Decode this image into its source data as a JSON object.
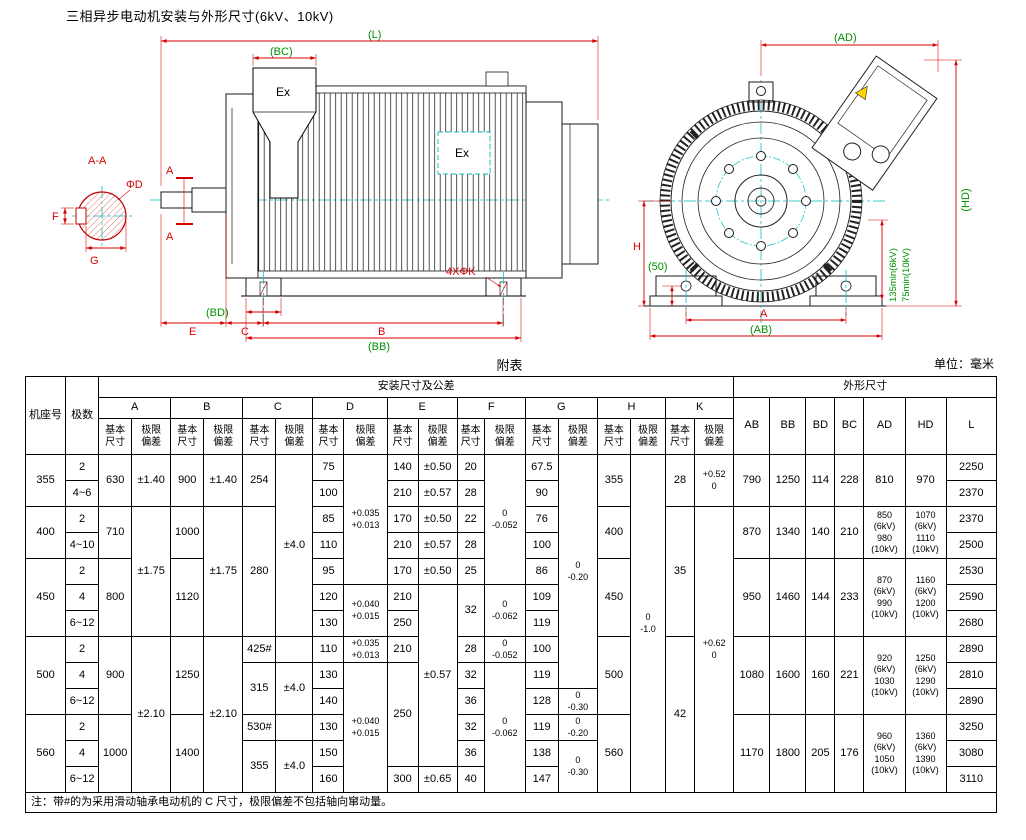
{
  "page": {
    "title": "三相异步电动机安装与外形尺寸(6kV、10kV)",
    "table_caption": "附表",
    "unit_label": "单位：毫米",
    "note": "注：带#的为采用滑动轴承电动机的 C 尺寸，极限偏差不包括轴向窜动量。"
  },
  "colors": {
    "dimension_red": "#d80000",
    "reference_green": "#009100",
    "centerline_cyan": "#00bcbc",
    "warning_yellow": "#ffd800"
  },
  "drawings": {
    "section_view": {
      "title": "A-A",
      "phi_d": "ΦD",
      "f": "F",
      "g": "G"
    },
    "side_view": {
      "L": "(L)",
      "BC": "(BC)",
      "BD": "(BD)",
      "BB": "(BB)",
      "B": "B",
      "C": "C",
      "E": "E",
      "K": "4XΦK",
      "A1": "A",
      "A2": "A",
      "ex_main": "Ex",
      "ex_aux": "Ex"
    },
    "front_view": {
      "AD": "(AD)",
      "HD": "(HD)",
      "H": "H",
      "n50": "(50)",
      "A": "A",
      "AB": "(AB)",
      "min6": "135min(6kV)",
      "min10": "75min(10kV)"
    }
  },
  "table": {
    "header": [
      [
        {
          "t": "机座号",
          "rs": 3
        },
        {
          "t": "极数",
          "rs": 3
        },
        {
          "t": "安装尺寸及公差",
          "cs": 18
        },
        {
          "t": "外形尺寸",
          "cs": 7
        }
      ],
      [
        {
          "t": "A",
          "cs": 2
        },
        {
          "t": "B",
          "cs": 2
        },
        {
          "t": "C",
          "cs": 2
        },
        {
          "t": "D",
          "cs": 2
        },
        {
          "t": "E",
          "cs": 2
        },
        {
          "t": "F",
          "cs": 2
        },
        {
          "t": "G",
          "cs": 2
        },
        {
          "t": "H",
          "cs": 2
        },
        {
          "t": "K",
          "cs": 2
        },
        {
          "t": "AB",
          "rs": 2
        },
        {
          "t": "BB",
          "rs": 2
        },
        {
          "t": "BD",
          "rs": 2
        },
        {
          "t": "BC",
          "rs": 2
        },
        {
          "t": "AD",
          "rs": 2
        },
        {
          "t": "HD",
          "rs": 2
        },
        {
          "t": "L",
          "rs": 2
        }
      ],
      [
        {
          "t": "基本\n尺寸"
        },
        {
          "t": "极限\n偏差"
        },
        {
          "t": "基本\n尺寸"
        },
        {
          "t": "极限\n偏差"
        },
        {
          "t": "基本\n尺寸"
        },
        {
          "t": "极限\n偏差"
        },
        {
          "t": "基本\n尺寸"
        },
        {
          "t": "极限\n偏差"
        },
        {
          "t": "基本\n尺寸"
        },
        {
          "t": "极限\n偏差"
        },
        {
          "t": "基本\n尺寸"
        },
        {
          "t": "极限\n偏差"
        },
        {
          "t": "基本\n尺寸"
        },
        {
          "t": "极限\n偏差"
        },
        {
          "t": "基本\n尺寸"
        },
        {
          "t": "极限\n偏差"
        },
        {
          "t": "基本\n尺寸"
        },
        {
          "t": "极限\n偏差"
        }
      ]
    ],
    "rows": [
      [
        {
          "t": "355",
          "rs": 2
        },
        {
          "t": "2"
        },
        {
          "t": "630",
          "rs": 2
        },
        {
          "t": "±1.40",
          "rs": 2
        },
        {
          "t": "900",
          "rs": 2
        },
        {
          "t": "±1.40",
          "rs": 2
        },
        {
          "t": "254",
          "rs": 2
        },
        {
          "t": "±4.0",
          "rs": 7
        },
        {
          "t": "75"
        },
        {
          "t": "+0.035\n+0.013",
          "rs": 5,
          "sm": 1
        },
        {
          "t": "140"
        },
        {
          "t": "±0.50"
        },
        {
          "t": "20"
        },
        {
          "t": "0\n-0.052",
          "rs": 5,
          "sm": 1
        },
        {
          "t": "67.5"
        },
        {
          "t": "0\n-0.20",
          "rs": 9,
          "sm": 1
        },
        {
          "t": "355",
          "rs": 2
        },
        {
          "t": "0\n-1.0",
          "rs": 13,
          "sm": 1
        },
        {
          "t": "28",
          "rs": 2
        },
        {
          "t": "+0.52\n0",
          "rs": 2,
          "sm": 1
        },
        {
          "t": "790",
          "rs": 2
        },
        {
          "t": "1250",
          "rs": 2
        },
        {
          "t": "114",
          "rs": 2
        },
        {
          "t": "228",
          "rs": 2
        },
        {
          "t": "810",
          "rs": 2
        },
        {
          "t": "970",
          "rs": 2
        },
        {
          "t": "2250"
        }
      ],
      [
        {
          "t": "4~6"
        },
        {
          "t": "100"
        },
        {
          "t": "210"
        },
        {
          "t": "±0.57"
        },
        {
          "t": "28"
        },
        {
          "t": "90"
        },
        {
          "t": "2370"
        }
      ],
      [
        {
          "t": "400",
          "rs": 2
        },
        {
          "t": "2"
        },
        {
          "t": "710",
          "rs": 2
        },
        {
          "t": "±1.75",
          "rs": 5
        },
        {
          "t": "1000",
          "rs": 2
        },
        {
          "t": "±1.75",
          "rs": 5
        },
        {
          "t": "280",
          "rs": 5
        },
        {
          "t": "85"
        },
        {
          "t": "170"
        },
        {
          "t": "±0.50"
        },
        {
          "t": "22"
        },
        {
          "t": "76"
        },
        {
          "t": "400",
          "rs": 2
        },
        {
          "t": "35",
          "rs": 5
        },
        {
          "t": "+0.62\n0",
          "rs": 11,
          "sm": 1
        },
        {
          "t": "870",
          "rs": 2
        },
        {
          "t": "1340",
          "rs": 2
        },
        {
          "t": "140",
          "rs": 2
        },
        {
          "t": "210",
          "rs": 2
        },
        {
          "t": "850\n(6kV)\n980\n(10kV)",
          "rs": 2,
          "sm": 1
        },
        {
          "t": "1070\n(6kV)\n1110\n(10kV)",
          "rs": 2,
          "sm": 1
        },
        {
          "t": "2370"
        }
      ],
      [
        {
          "t": "4~10"
        },
        {
          "t": "110"
        },
        {
          "t": "210"
        },
        {
          "t": "±0.57"
        },
        {
          "t": "28"
        },
        {
          "t": "100"
        },
        {
          "t": "2500"
        }
      ],
      [
        {
          "t": "450",
          "rs": 3
        },
        {
          "t": "2"
        },
        {
          "t": "800",
          "rs": 3
        },
        {
          "t": "1120",
          "rs": 3
        },
        {
          "t": "95"
        },
        {
          "t": "170"
        },
        {
          "t": "±0.50"
        },
        {
          "t": "25"
        },
        {
          "t": "86"
        },
        {
          "t": "450",
          "rs": 3
        },
        {
          "t": "950",
          "rs": 3
        },
        {
          "t": "1460",
          "rs": 3
        },
        {
          "t": "144",
          "rs": 3
        },
        {
          "t": "233",
          "rs": 3
        },
        {
          "t": "870\n(6kV)\n990\n(10kV)",
          "rs": 3,
          "sm": 1
        },
        {
          "t": "1160\n(6kV)\n1200\n(10kV)",
          "rs": 3,
          "sm": 1
        },
        {
          "t": "2530"
        }
      ],
      [
        {
          "t": "4"
        },
        {
          "t": "120"
        },
        {
          "t": "+0.040\n+0.015",
          "rs": 2,
          "sm": 1
        },
        {
          "t": "210"
        },
        {
          "t": "±0.57",
          "rs": 7
        },
        {
          "t": "32",
          "rs": 2
        },
        {
          "t": "0\n-0.062",
          "rs": 2,
          "sm": 1
        },
        {
          "t": "109"
        },
        {
          "t": "2590"
        }
      ],
      [
        {
          "t": "6~12"
        },
        {
          "t": "130"
        },
        {
          "t": "250"
        },
        {
          "t": "119"
        },
        {
          "t": "2680"
        }
      ],
      [
        {
          "t": "500",
          "rs": 3
        },
        {
          "t": "2"
        },
        {
          "t": "900",
          "rs": 3
        },
        {
          "t": "±2.10",
          "rs": 6
        },
        {
          "t": "1250",
          "rs": 3
        },
        {
          "t": "±2.10",
          "rs": 6
        },
        {
          "t": "425#"
        },
        {
          "t": ""
        },
        {
          "t": "110"
        },
        {
          "t": "+0.035\n+0.013",
          "sm": 1
        },
        {
          "t": "210"
        },
        {
          "t": "28"
        },
        {
          "t": "0\n-0.052",
          "sm": 1
        },
        {
          "t": "100"
        },
        {
          "t": "500",
          "rs": 3
        },
        {
          "t": "42",
          "rs": 6
        },
        {
          "t": "1080",
          "rs": 3
        },
        {
          "t": "1600",
          "rs": 3
        },
        {
          "t": "160",
          "rs": 3
        },
        {
          "t": "221",
          "rs": 3
        },
        {
          "t": "920\n(6kV)\n1030\n(10kV)",
          "rs": 3,
          "sm": 1
        },
        {
          "t": "1250\n(6kV)\n1290\n(10kV)",
          "rs": 3,
          "sm": 1
        },
        {
          "t": "2890"
        }
      ],
      [
        {
          "t": "4"
        },
        {
          "t": "315",
          "rs": 2
        },
        {
          "t": "±4.0",
          "rs": 2
        },
        {
          "t": "130"
        },
        {
          "t": "+0.040\n+0.015",
          "rs": 5,
          "sm": 1
        },
        {
          "t": "250",
          "rs": 4
        },
        {
          "t": "32"
        },
        {
          "t": "0\n-0.062",
          "rs": 5,
          "sm": 1
        },
        {
          "t": "119"
        },
        {
          "t": "2810"
        }
      ],
      [
        {
          "t": "6~12"
        },
        {
          "t": "140"
        },
        {
          "t": "36"
        },
        {
          "t": "128"
        },
        {
          "t": "0\n-0.30",
          "sm": 1
        },
        {
          "t": "2890"
        }
      ],
      [
        {
          "t": "560",
          "rs": 3
        },
        {
          "t": "2"
        },
        {
          "t": "1000",
          "rs": 3
        },
        {
          "t": "1400",
          "rs": 3
        },
        {
          "t": "530#"
        },
        {
          "t": ""
        },
        {
          "t": "130"
        },
        {
          "t": "32"
        },
        {
          "t": "119"
        },
        {
          "t": "0\n-0.20",
          "sm": 1
        },
        {
          "t": "560",
          "rs": 3
        },
        {
          "t": "1170",
          "rs": 3
        },
        {
          "t": "1800",
          "rs": 3
        },
        {
          "t": "205",
          "rs": 3
        },
        {
          "t": "176",
          "rs": 3
        },
        {
          "t": "960\n(6kV)\n1050\n(10kV)",
          "rs": 3,
          "sm": 1
        },
        {
          "t": "1360\n(6kV)\n1390\n(10kV)",
          "rs": 3,
          "sm": 1
        },
        {
          "t": "3250"
        }
      ],
      [
        {
          "t": "4"
        },
        {
          "t": "355",
          "rs": 2
        },
        {
          "t": "±4.0",
          "rs": 2
        },
        {
          "t": "150"
        },
        {
          "t": "36"
        },
        {
          "t": "138"
        },
        {
          "t": "0\n-0.30",
          "rs": 2,
          "sm": 1
        },
        {
          "t": "3080"
        }
      ],
      [
        {
          "t": "6~12"
        },
        {
          "t": "160"
        },
        {
          "t": "300"
        },
        {
          "t": "±0.65"
        },
        {
          "t": "40"
        },
        {
          "t": "147"
        },
        {
          "t": "3110"
        }
      ]
    ]
  }
}
